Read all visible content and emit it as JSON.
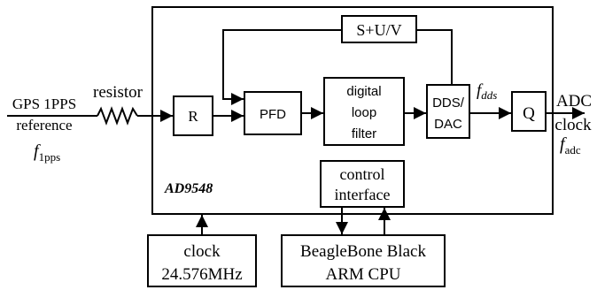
{
  "input": {
    "line1": "GPS 1PPS",
    "line2": "reference",
    "freq_symbol": "f",
    "freq_sub": "1pps",
    "resistor_label": "resistor"
  },
  "chip": {
    "name": "AD9548",
    "blocks": {
      "r": "R",
      "pfd": "PFD",
      "loop_filter": [
        "digital",
        "loop",
        "filter"
      ],
      "dds": [
        "DDS/",
        "DAC"
      ],
      "q": "Q",
      "feedback": "S+U/V",
      "control": [
        "control",
        "interface"
      ]
    },
    "fdds_symbol": "f",
    "fdds_sub": "dds"
  },
  "output": {
    "line1": "ADC",
    "line2": "clock",
    "freq_symbol": "f",
    "freq_sub": "adc"
  },
  "external": {
    "clock": [
      "clock",
      "24.576MHz"
    ],
    "cpu": [
      "BeagleBone Black",
      "ARM CPU"
    ]
  }
}
